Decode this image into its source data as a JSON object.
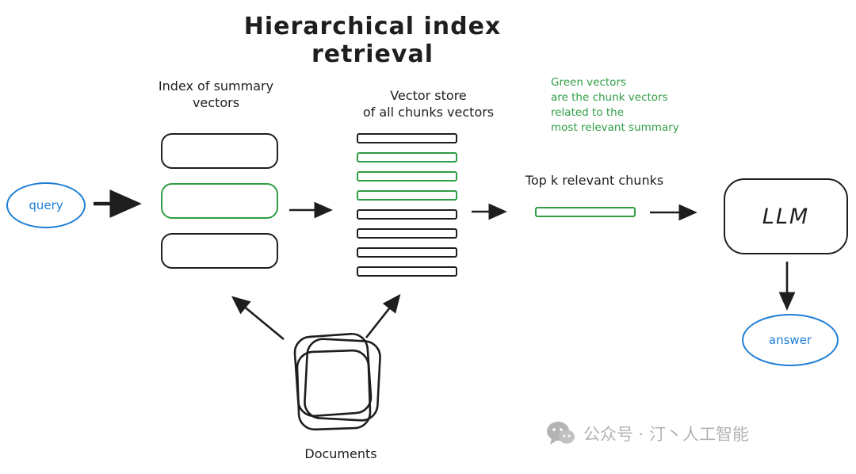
{
  "title": "Hierarchical index retrieval",
  "diagram": {
    "query_label": "query",
    "answer_label": "answer",
    "llm_label": "LLM",
    "documents_label": "Documents",
    "summary_index": {
      "label_line1": "Index of summary",
      "label_line2": "vectors",
      "boxes": [
        "black",
        "green",
        "black"
      ]
    },
    "vector_store": {
      "label_line1": "Vector store",
      "label_line2": "of all chunks vectors",
      "bars": [
        "black",
        "green",
        "green",
        "green",
        "black",
        "black",
        "black",
        "black"
      ]
    },
    "top_k_label": "Top k relevant chunks",
    "annotation": {
      "lines": [
        "Green vectors",
        "are the chunk vectors",
        "related to the",
        "most relevant summary"
      ]
    }
  },
  "watermark": {
    "text": "公众号 · 汀丶人工智能"
  },
  "colors": {
    "ink": "#1e1e1e",
    "green": "#2f9e44",
    "blue": "#1c7ed6",
    "watermark_gray": "#b3b3b3"
  }
}
